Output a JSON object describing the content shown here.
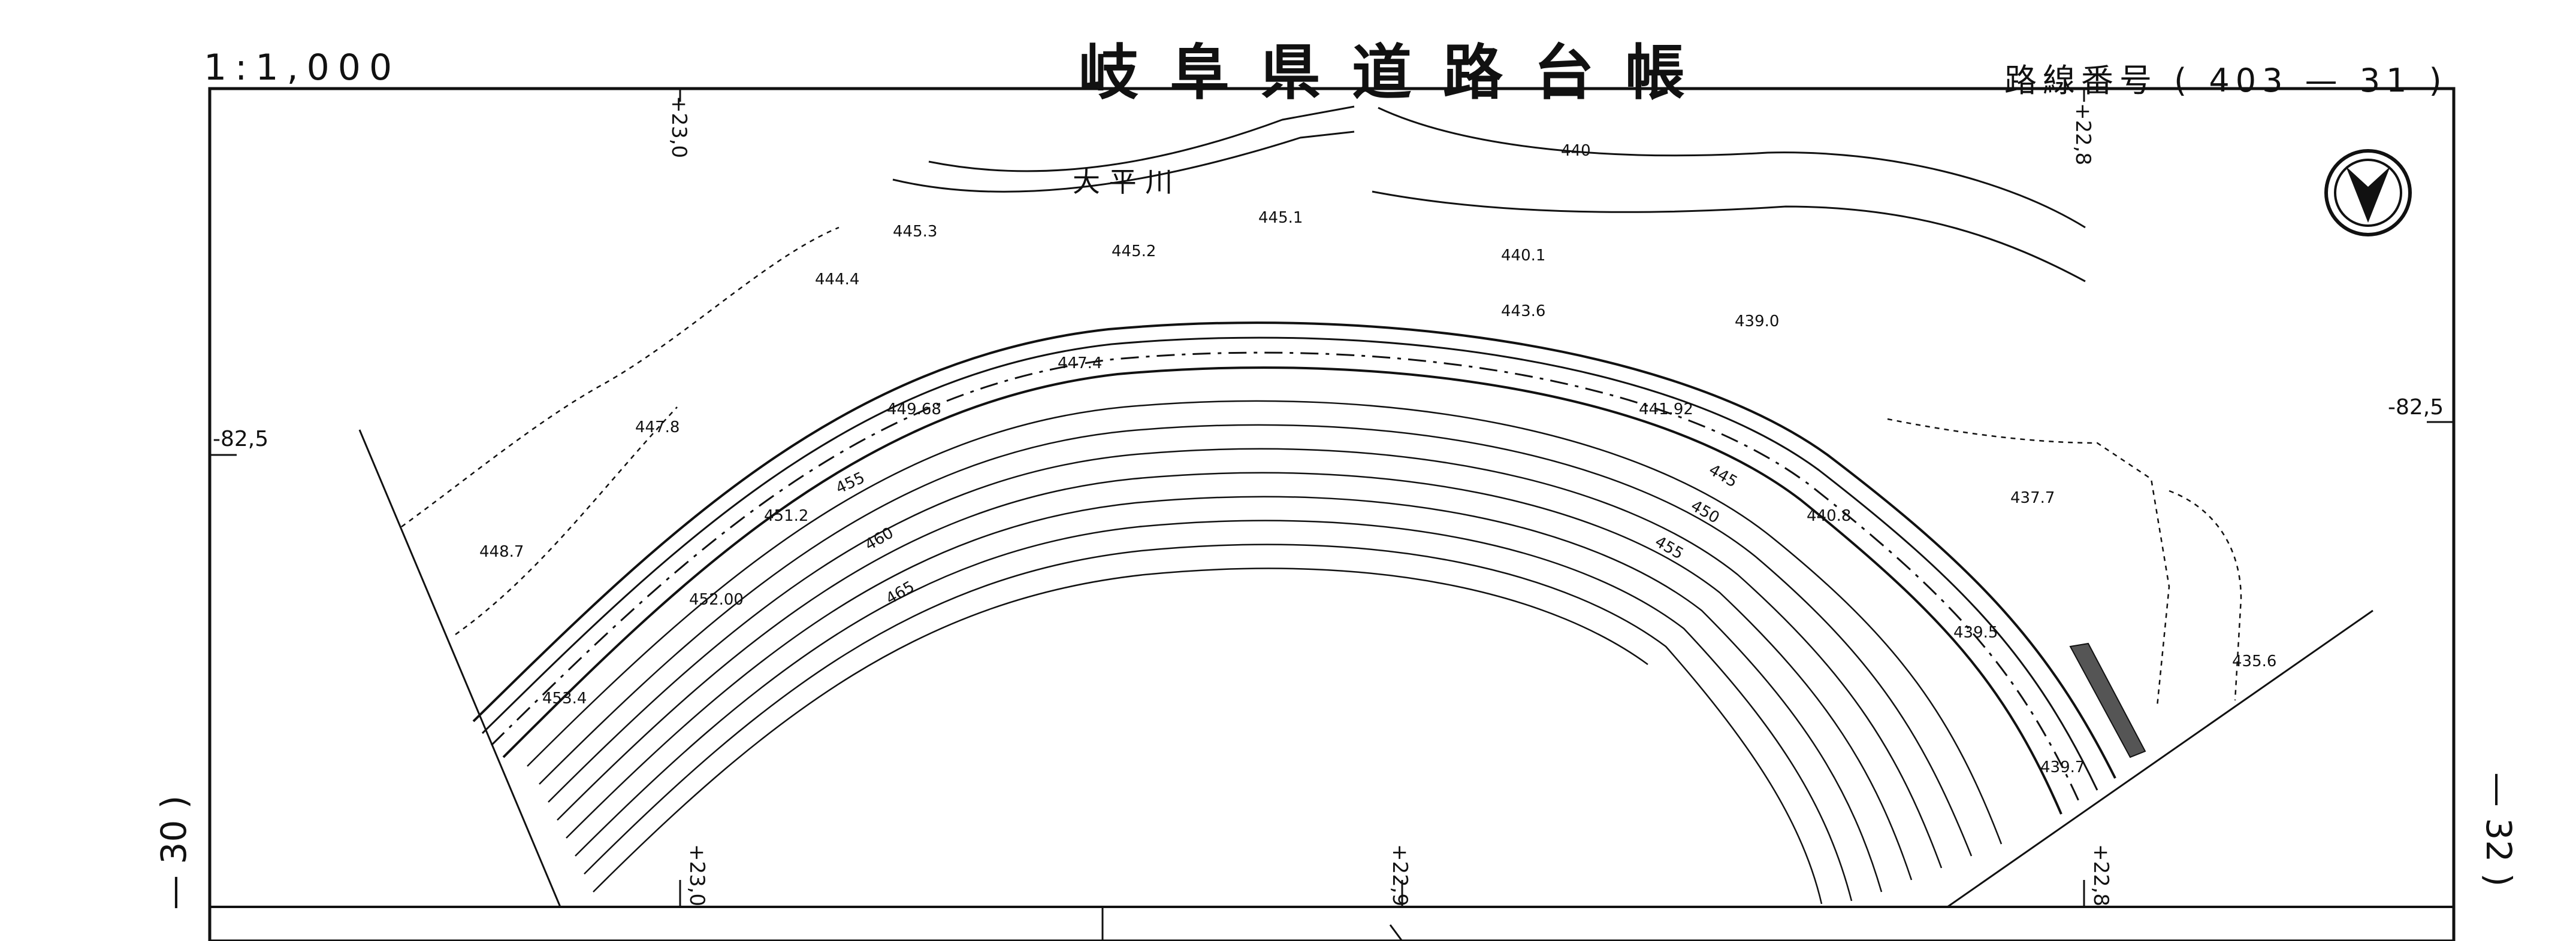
{
  "header": {
    "scale": "1:1,000",
    "title": "岐阜県道路台帳",
    "route_number": "路線番号 ( 403 — 31 )"
  },
  "sheet": {
    "prev_sheet": "— 30 )",
    "next_sheet": "— 32 )"
  },
  "grid_labels": {
    "left_coord": "-82,5",
    "right_coord": "-82,5",
    "top_left": "+23,0",
    "top_right": "+22,8",
    "bottom_left": "+23,0",
    "bottom_mid": "+22,9",
    "bottom_right": "+22,8"
  },
  "river_label": "大 平 川",
  "north_arrow": "north-arrow",
  "spot_elevations": [
    "445.3",
    "445.2",
    "445.1",
    "440.1",
    "440",
    "444.4",
    "443.6",
    "439.0",
    "447.4",
    "449.68",
    "441.92",
    "447.8",
    "451.2",
    "452.00",
    "448.7",
    "453.4",
    "440.8",
    "437.7",
    "439.5",
    "439.7",
    "435.6"
  ],
  "contour_labels": [
    "455",
    "460",
    "465",
    "445",
    "450",
    "455"
  ]
}
